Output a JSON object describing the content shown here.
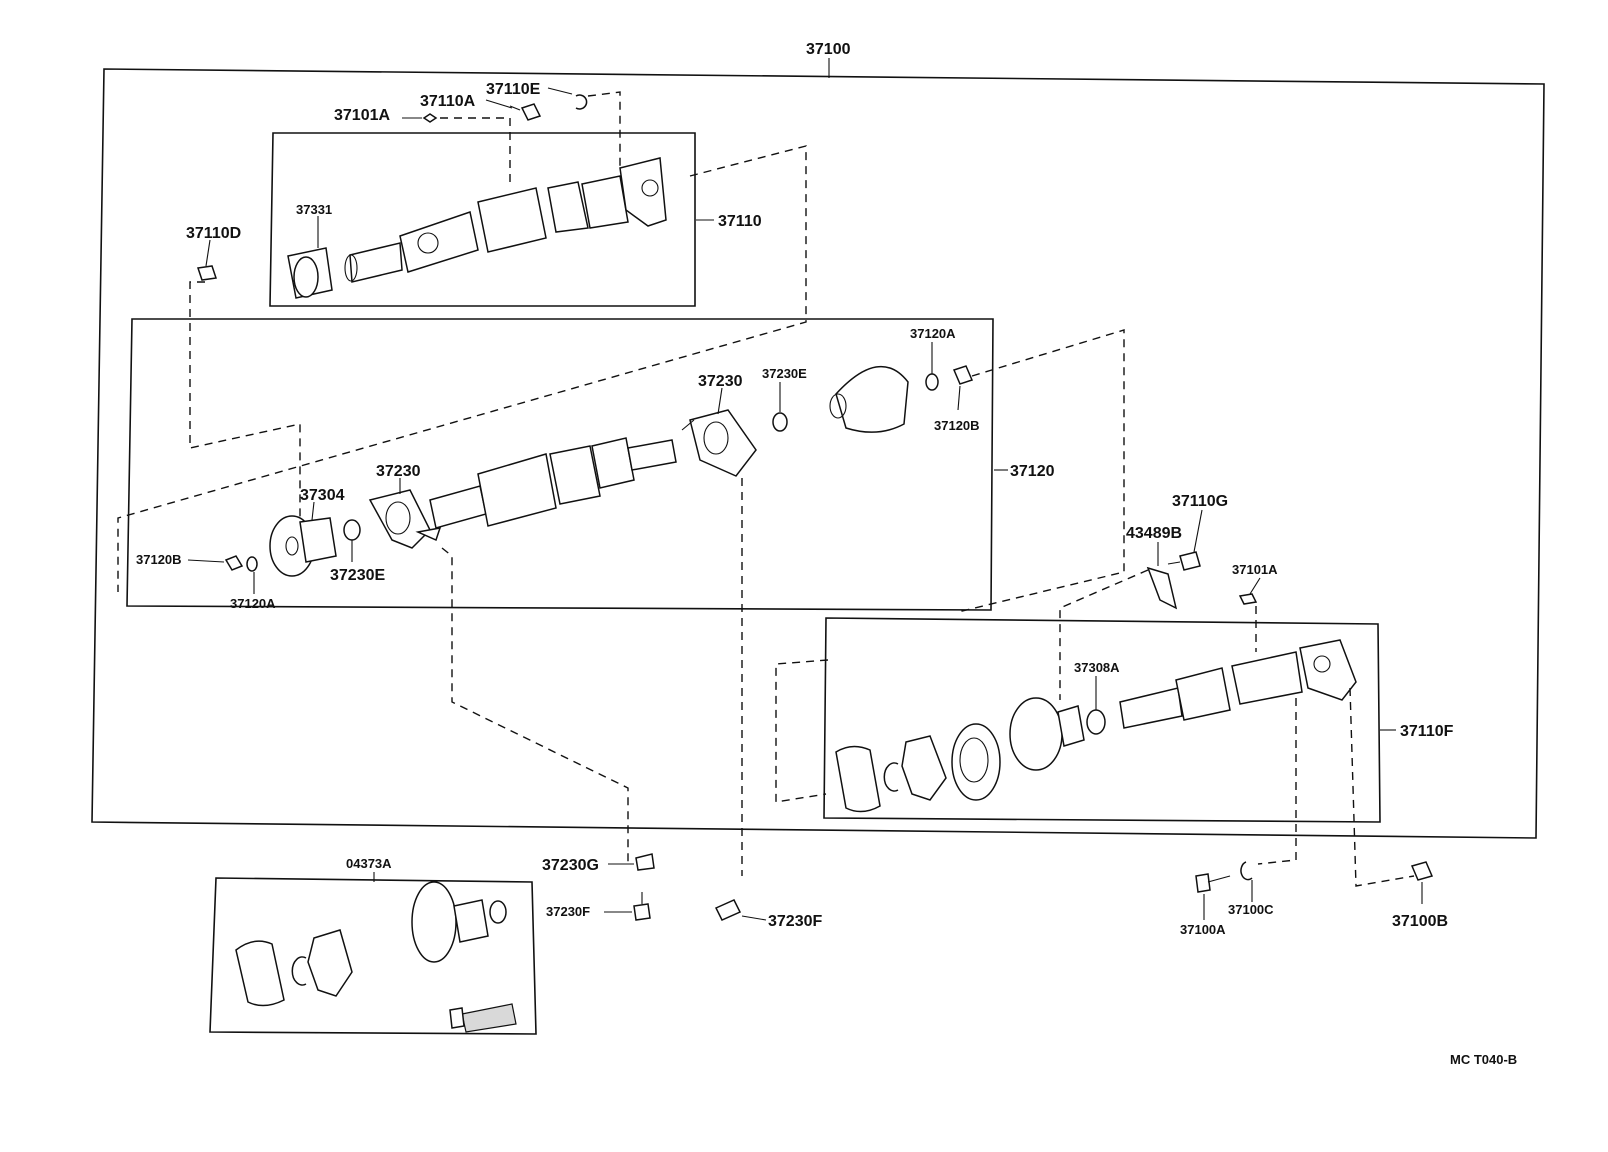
{
  "labels": {
    "assembly": "37100",
    "propeller_shaft_front": "37110",
    "bolt_a": "37110A",
    "washer_e": "37110E",
    "key_101a_top": "37101A",
    "bearing_37331": "37331",
    "nut_d": "37110D",
    "shaft_intermediate": "37120",
    "washer_120a_top": "37120A",
    "nut_120b_top": "37120B",
    "center_bearing_right": "37230",
    "washer_230e_top": "37230E",
    "center_bearing_left": "37230",
    "flange_37304": "37304",
    "nut_120b_left": "37120B",
    "washer_230e_left": "37230E",
    "washer_120a_left": "37120A",
    "plate_43489b": "43489B",
    "bolt_g": "37110G",
    "key_101a_right": "37101A",
    "boot_37308a": "37308A",
    "propeller_shaft_rear": "37110F",
    "boot_kit": "04373A",
    "spacer_230g": "37230G",
    "bolt_230f_left": "37230F",
    "bolt_230f_right": "37230F",
    "bolt_100a": "37100A",
    "washer_100c": "37100C",
    "nut_100b": "37100B",
    "figure_code": "MC T040-B"
  }
}
